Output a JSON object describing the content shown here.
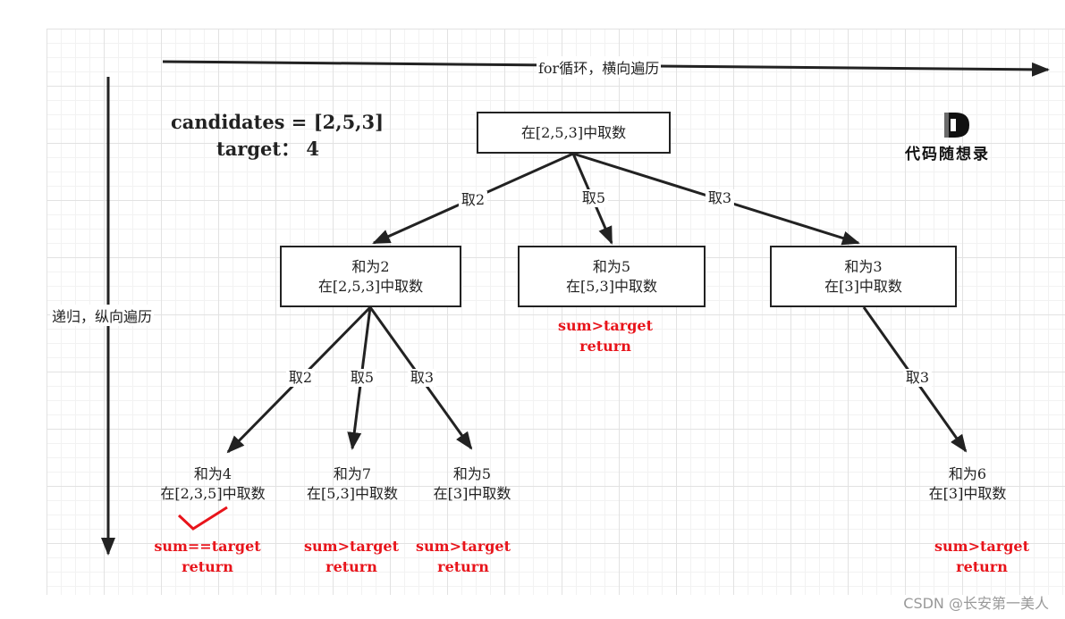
{
  "title": {
    "horizontal_axis": "for循环，横向遍历",
    "vertical_axis": "递归，纵向遍历"
  },
  "params": {
    "candidates": "candidates = [2,5,3]",
    "target": "target： 4"
  },
  "logo": {
    "text": "代码随想录"
  },
  "nodes": {
    "root": {
      "line1": "在[2,5,3]中取数"
    },
    "a": {
      "line1": "和为2",
      "line2": "在[2,5,3]中取数"
    },
    "b": {
      "line1": "和为5",
      "line2": "在[5,3]中取数"
    },
    "c": {
      "line1": "和为3",
      "line2": "在[3]中取数"
    },
    "a1": {
      "line1": "和为4",
      "line2": "在[2,3,5]中取数"
    },
    "a2": {
      "line1": "和为7",
      "line2": "在[5,3]中取数"
    },
    "a3": {
      "line1": "和为5",
      "line2": "在[3]中取数"
    },
    "c1": {
      "line1": "和为6",
      "line2": "在[3]中取数"
    }
  },
  "edges": {
    "root_a": "取2",
    "root_b": "取5",
    "root_c": "取3",
    "a_a1": "取2",
    "a_a2": "取5",
    "a_a3": "取3",
    "c_c1": "取3"
  },
  "status": {
    "b": {
      "cond": "sum>target",
      "action": "return"
    },
    "a1": {
      "cond": "sum==target",
      "action": "return"
    },
    "a2": {
      "cond": "sum>target",
      "action": "return"
    },
    "a3": {
      "cond": "sum>target",
      "action": "return"
    },
    "c1": {
      "cond": "sum>target",
      "action": "return"
    }
  },
  "watermark": "CSDN @长安第一美人",
  "colors": {
    "status": "#e8141b",
    "line": "#222222",
    "check": "#e8141b"
  }
}
